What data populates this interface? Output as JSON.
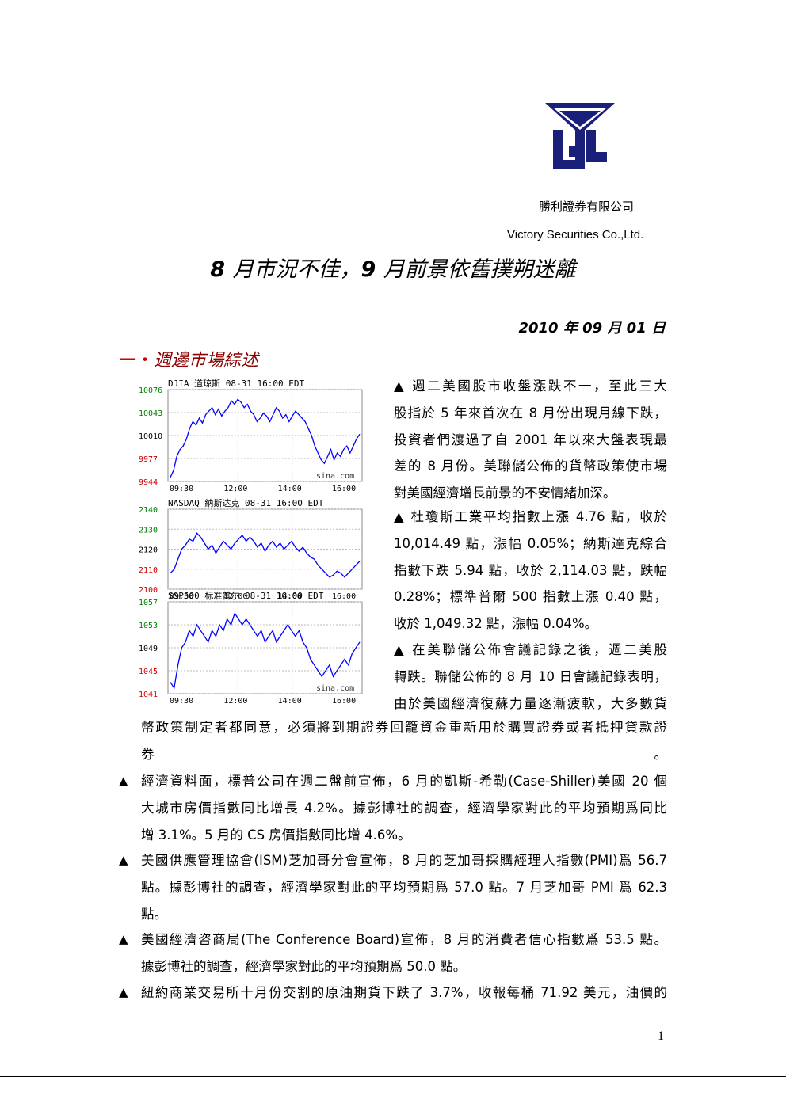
{
  "header": {
    "company_cn": "勝利證券有限公司",
    "company_en": "Victory Securities Co.,Ltd."
  },
  "title": {
    "part1": "8",
    "part2": "月市況不佳，",
    "part3": "9",
    "part4": "月前景依舊撲朔迷離"
  },
  "date": "2010 年 09 月 01 日",
  "section_heading": {
    "dash": "一・",
    "text": "週邊市場綜述"
  },
  "paragraphs": {
    "p1_lines": [
      "▲ 週二美國股市收盤漲跌不一，至此三大",
      "股指於 5 年來首次在 8 月份出現月線下跌，",
      "投資者們渡過了自 2001 年以來大盤表現最",
      "差的 8 月份。美聯儲公佈的貨幣政策使市場",
      "對美國經濟增長前景的不安情緒加深。"
    ],
    "p2_lines": [
      "▲ 杜瓊斯工業平均指數上漲 4.76 點，收於",
      "10,014.49 點，漲幅 0.05%；納斯達克綜合",
      "指數下跌 5.94 點，收於 2,114.03 點，跌幅",
      "0.28%；標準普爾 500 指數上漲 0.40 點，",
      "收於 1,049.32 點，漲幅 0.04%。"
    ],
    "p3_lines": [
      "▲ 在美聯儲公佈會議記錄之後，週二美股",
      "轉跌。聯儲公佈的 8 月 10 日會議記錄表明，",
      "由於美國經濟復蘇力量逐漸疲軟，大多數貨"
    ],
    "p3b_lines": [
      "幣政策制定者都同意，必須將到期證券回籠資金重新用於購買證券或者抵押貸款證",
      "券。"
    ],
    "bullets": [
      {
        "mark": "▲",
        "lines": [
          "經濟資料面，標普公司在週二盤前宣佈，6 月的凱斯-希勒(Case-Shiller)美國 20 個",
          "大城市房價指數同比增長 4.2%。據彭博社的調查，經濟學家對此的平均預期爲同比",
          "增 3.1%。5 月的 CS 房價指數同比增 4.6%。"
        ]
      },
      {
        "mark": "▲",
        "lines": [
          "美國供應管理協會(ISM)芝加哥分會宣佈，8 月的芝加哥採購經理人指數(PMI)爲 56.7",
          "點。據彭博社的調查，經濟學家對此的平均預期爲 57.0 點。7 月芝加哥 PMI 爲 62.3",
          "點。"
        ]
      },
      {
        "mark": "▲",
        "lines": [
          "美國經濟咨商局(The Conference Board)宣佈，8 月的消費者信心指數爲 53.5 點。",
          "據彭博社的調查，經濟學家對此的平均預期爲 50.0 點。"
        ]
      },
      {
        "mark": "▲",
        "lines": [
          "紐約商業交易所十月份交割的原油期貨下跌了 3.7%，收報每桶 71.92 美元，油價的"
        ]
      }
    ]
  },
  "page_number": "1",
  "colors": {
    "line": "#0000ff",
    "up_tick": "#008000",
    "down_tick": "#cc0000",
    "heading": "#8b0000"
  },
  "chart_data": [
    {
      "type": "line",
      "title_left": "DJIA",
      "title_cn": "道琼斯",
      "timestamp": "08-31 16:00 EDT",
      "watermark": "sina.com",
      "y_ticks": [
        "10076",
        "10043",
        "10010",
        "9977",
        "9944"
      ],
      "y_tick_values": [
        10076,
        10043,
        10010,
        9977,
        9944
      ],
      "x_ticks": [
        "09:30",
        "12:00",
        "14:00",
        "16:00"
      ],
      "ylim": [
        9944,
        10076
      ],
      "prev_close": 10010,
      "series": [
        {
          "values": [
            9950,
            9960,
            9980,
            9990,
            9995,
            10005,
            10020,
            10030,
            10025,
            10035,
            10028,
            10040,
            10045,
            10050,
            10040,
            10048,
            10038,
            10045,
            10050,
            10060,
            10055,
            10062,
            10058,
            10050,
            10055,
            10045,
            10040,
            10030,
            10035,
            10042,
            10038,
            10030,
            10040,
            10050,
            10045,
            10035,
            10040,
            10030,
            10038,
            10045,
            10040,
            10035,
            10030,
            10020,
            10010,
            9995,
            9985,
            9975,
            9970,
            9980,
            9990,
            9975,
            9985,
            9980,
            9990,
            9995,
            9985,
            9995,
            10005,
            10012
          ]
        }
      ]
    },
    {
      "type": "line",
      "title_left": "NASDAQ",
      "title_cn": "納斯达克",
      "timestamp": "08-31 16:00 EDT",
      "y_ticks": [
        "2140",
        "2130",
        "2120",
        "2110",
        "2100"
      ],
      "y_tick_values": [
        2140,
        2130,
        2120,
        2110,
        2100
      ],
      "x_ticks": [
        "09:30",
        "12:00",
        "14:00",
        "16:00"
      ],
      "ylim": [
        2100,
        2140
      ],
      "prev_close": 2120,
      "series": [
        {
          "values": [
            2108,
            2110,
            2115,
            2120,
            2122,
            2125,
            2124,
            2128,
            2126,
            2123,
            2120,
            2122,
            2118,
            2121,
            2124,
            2122,
            2120,
            2123,
            2125,
            2127,
            2124,
            2126,
            2124,
            2121,
            2123,
            2119,
            2122,
            2124,
            2121,
            2123,
            2120,
            2122,
            2124,
            2121,
            2119,
            2121,
            2118,
            2116,
            2115,
            2112,
            2110,
            2108,
            2106,
            2107,
            2109,
            2108,
            2106,
            2108,
            2110,
            2112,
            2114
          ]
        }
      ]
    },
    {
      "type": "line",
      "title_left": "S&P500",
      "title_cn": "标准普尔",
      "timestamp": "08-31 16:00 EDT",
      "watermark": "sina.com",
      "y_ticks": [
        "1057",
        "1053",
        "1049",
        "1045",
        "1041"
      ],
      "y_tick_values": [
        1057,
        1053,
        1049,
        1045,
        1041
      ],
      "x_ticks": [
        "09:30",
        "12:00",
        "14:00",
        "16:00"
      ],
      "ylim": [
        1041,
        1057
      ],
      "prev_close": 1049,
      "series": [
        {
          "values": [
            1043,
            1042,
            1046,
            1049,
            1050,
            1052,
            1051,
            1053,
            1052,
            1051,
            1050,
            1052,
            1051,
            1053,
            1052,
            1054,
            1053,
            1055,
            1054,
            1053,
            1054,
            1053,
            1052,
            1051,
            1052,
            1050,
            1051,
            1052,
            1050,
            1051,
            1052,
            1053,
            1052,
            1051,
            1052,
            1050,
            1049,
            1047,
            1046,
            1045,
            1044,
            1045,
            1046,
            1044,
            1045,
            1046,
            1047,
            1046,
            1048,
            1049,
            1050
          ]
        }
      ]
    }
  ]
}
